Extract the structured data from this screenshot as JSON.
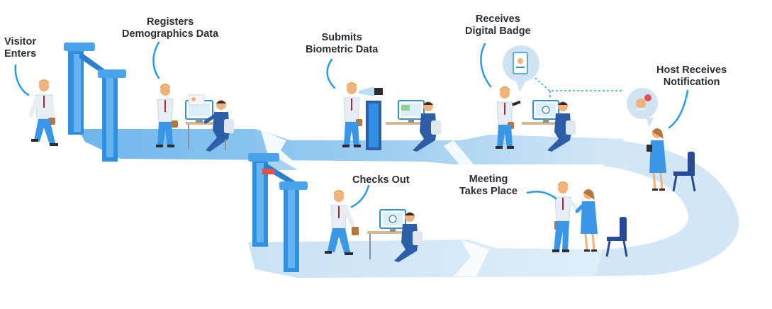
{
  "steps": {
    "visitor_enters": [
      "Visitor",
      "Enters"
    ],
    "registers": [
      "Registers",
      "Demographics Data"
    ],
    "submits": [
      "Submits",
      "Biometric Data"
    ],
    "receives": [
      "Receives",
      "Digital Badge"
    ],
    "host": [
      "Host Receives",
      "Notification"
    ],
    "checks_out": [
      "Checks Out"
    ],
    "meeting": [
      "Meeting",
      "Takes Place"
    ]
  },
  "colors": {
    "path_dark": "#8fc6ee",
    "path_light": "#d8e9f6",
    "gate": "#2f8fe0",
    "shirt": "#e6edf4",
    "trousers": "#3a96e6",
    "skin": "#f2b27c",
    "hair": "#e7a54a",
    "desk_worker": "#2f5ea8",
    "chair": "#264a96",
    "callout": "#2a9ae6"
  }
}
